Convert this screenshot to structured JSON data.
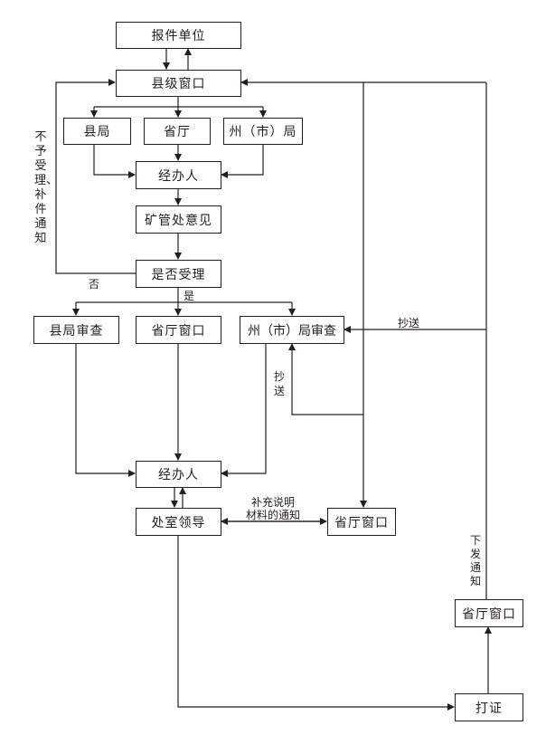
{
  "diagram": {
    "nodes": {
      "applicant": "报件单位",
      "county_window": "县级窗口",
      "county_bureau": "县局",
      "province_dept": "省厅",
      "prefecture_bureau": "州（市）局",
      "handler_top": "经办人",
      "mining_office_opinion": "矿管处意见",
      "accept_decision": "是否受理",
      "county_bureau_review": "县局审查",
      "province_window_1": "省厅窗口",
      "prefecture_bureau_review": "州（市）局审查",
      "handler_bottom": "经办人",
      "division_leader": "处室领导",
      "province_window_2": "省厅窗口",
      "province_window_3": "省厅窗口",
      "issue_certificate": "打证"
    },
    "edge_labels": {
      "reject_notice": "不予受理、补件通知",
      "no": "否",
      "yes": "是",
      "cc_right": "抄送",
      "cc_vertical": "抄送",
      "supplement_line1": "补充说明",
      "supplement_line2": "材料的通知",
      "issue_notice": "下发通知"
    }
  }
}
